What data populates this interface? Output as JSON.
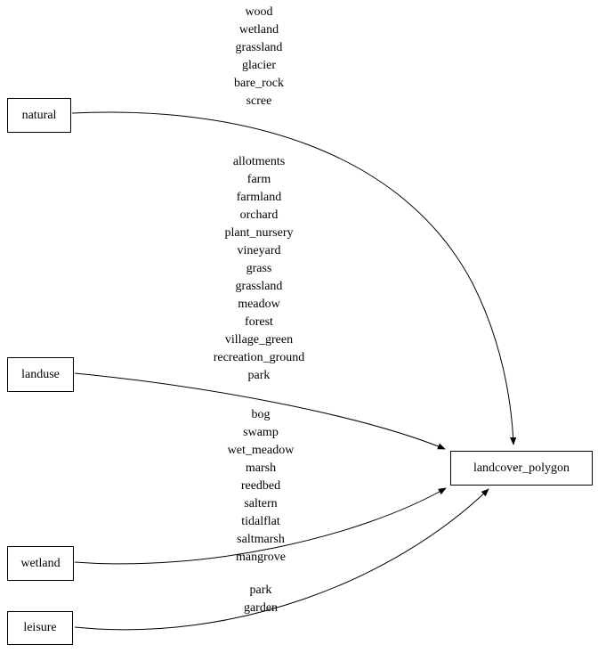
{
  "diagram": {
    "type": "graph",
    "colors": {
      "background": "#ffffff",
      "stroke": "#000000",
      "node_fill": "#ffffff",
      "text": "#000000"
    },
    "nodes": {
      "natural": {
        "label": "natural"
      },
      "landuse": {
        "label": "landuse"
      },
      "wetland": {
        "label": "wetland"
      },
      "leisure": {
        "label": "leisure"
      },
      "landcover_polygon": {
        "label": "landcover_polygon"
      }
    },
    "edges": [
      {
        "from": "natural",
        "to": "landcover_polygon",
        "labels": [
          "wood",
          "wetland",
          "grassland",
          "glacier",
          "bare_rock",
          "scree"
        ]
      },
      {
        "from": "landuse",
        "to": "landcover_polygon",
        "labels": [
          "allotments",
          "farm",
          "farmland",
          "orchard",
          "plant_nursery",
          "vineyard",
          "grass",
          "grassland",
          "meadow",
          "forest",
          "village_green",
          "recreation_ground",
          "park"
        ]
      },
      {
        "from": "wetland",
        "to": "landcover_polygon",
        "labels": [
          "bog",
          "swamp",
          "wet_meadow",
          "marsh",
          "reedbed",
          "saltern",
          "tidalflat",
          "saltmarsh",
          "mangrove"
        ]
      },
      {
        "from": "leisure",
        "to": "landcover_polygon",
        "labels": [
          "park",
          "garden"
        ]
      }
    ]
  }
}
